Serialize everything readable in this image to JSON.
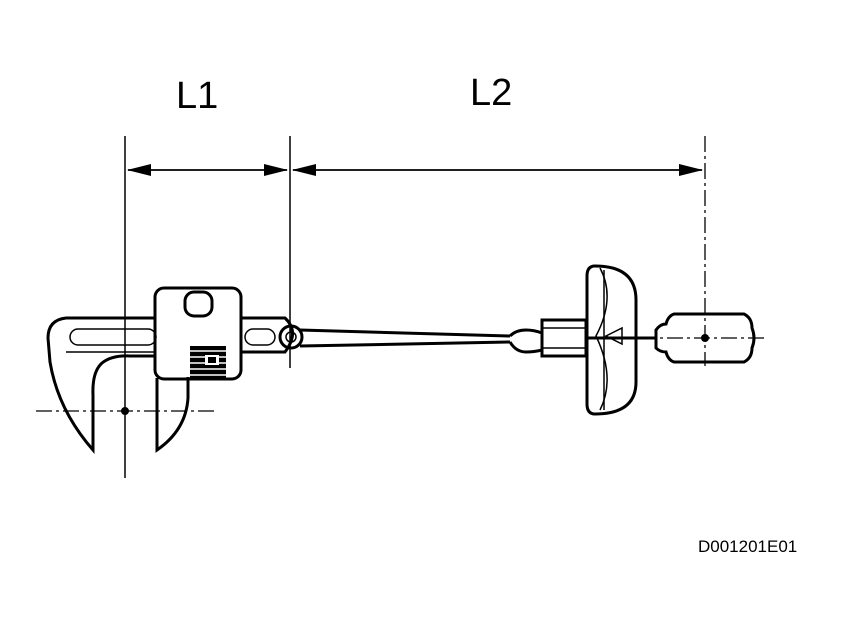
{
  "labels": {
    "l1": "L1",
    "l2": "L2",
    "figure_code": "D001201E01"
  },
  "colors": {
    "ink": "#000000",
    "paper": "#ffffff"
  }
}
